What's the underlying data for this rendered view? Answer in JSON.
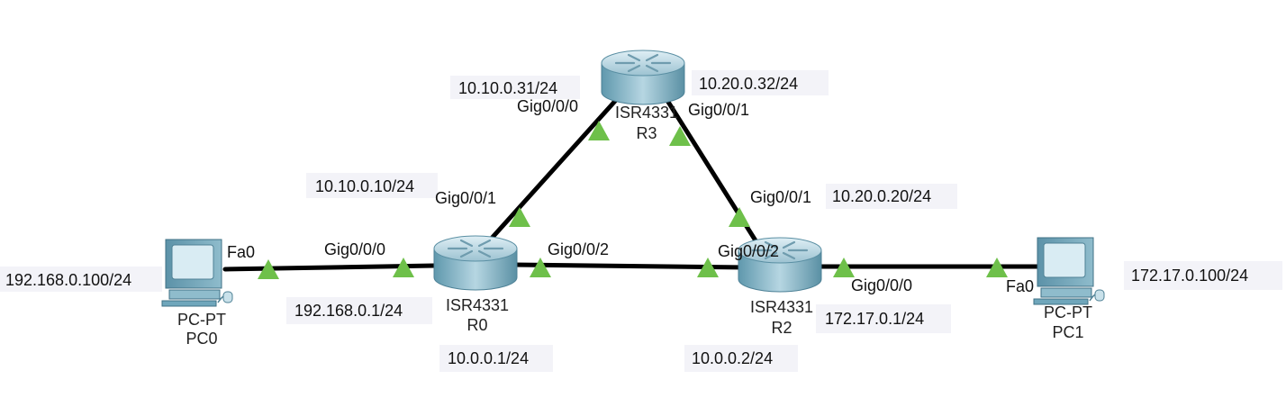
{
  "colors": {
    "link": "#000000",
    "port_status_up": "#6ec04a",
    "router_body": "#8fb8c8",
    "pc_body": "#6fa6bb",
    "ip_box": "#f3f3f8"
  },
  "devices": {
    "r3": {
      "model": "ISR4331",
      "name": "R3",
      "icon": "router-icon"
    },
    "r0": {
      "model": "ISR4331",
      "name": "R0",
      "icon": "router-icon"
    },
    "r2": {
      "model": "ISR4331",
      "name": "R2",
      "icon": "router-icon"
    },
    "pc0": {
      "model": "PC-PT",
      "name": "PC0",
      "icon": "pc-icon"
    },
    "pc1": {
      "model": "PC-PT",
      "name": "PC1",
      "icon": "pc-icon"
    }
  },
  "ports": {
    "r3_left": "Gig0/0/0",
    "r3_right": "Gig0/0/1",
    "r0_top": "Gig0/0/1",
    "r0_left": "Gig0/0/0",
    "r0_right": "Gig0/0/2",
    "r2_top": "Gig0/0/1",
    "r2_left": "Gig0/0/2",
    "r2_right": "Gig0/0/0",
    "pc0": "Fa0",
    "pc1": "Fa0"
  },
  "ips": {
    "r3_left": "10.10.0.31/24",
    "r3_right": "10.20.0.32/24",
    "r0_top": "10.10.0.10/24",
    "r2_top": "10.20.0.20/24",
    "pc0": "192.168.0.100/24",
    "r0_lan": "192.168.0.1/24",
    "r0_wan": "10.0.0.1/24",
    "r2_wan": "10.0.0.2/24",
    "r2_lan": "172.17.0.1/24",
    "pc1": "172.17.0.100/24"
  }
}
